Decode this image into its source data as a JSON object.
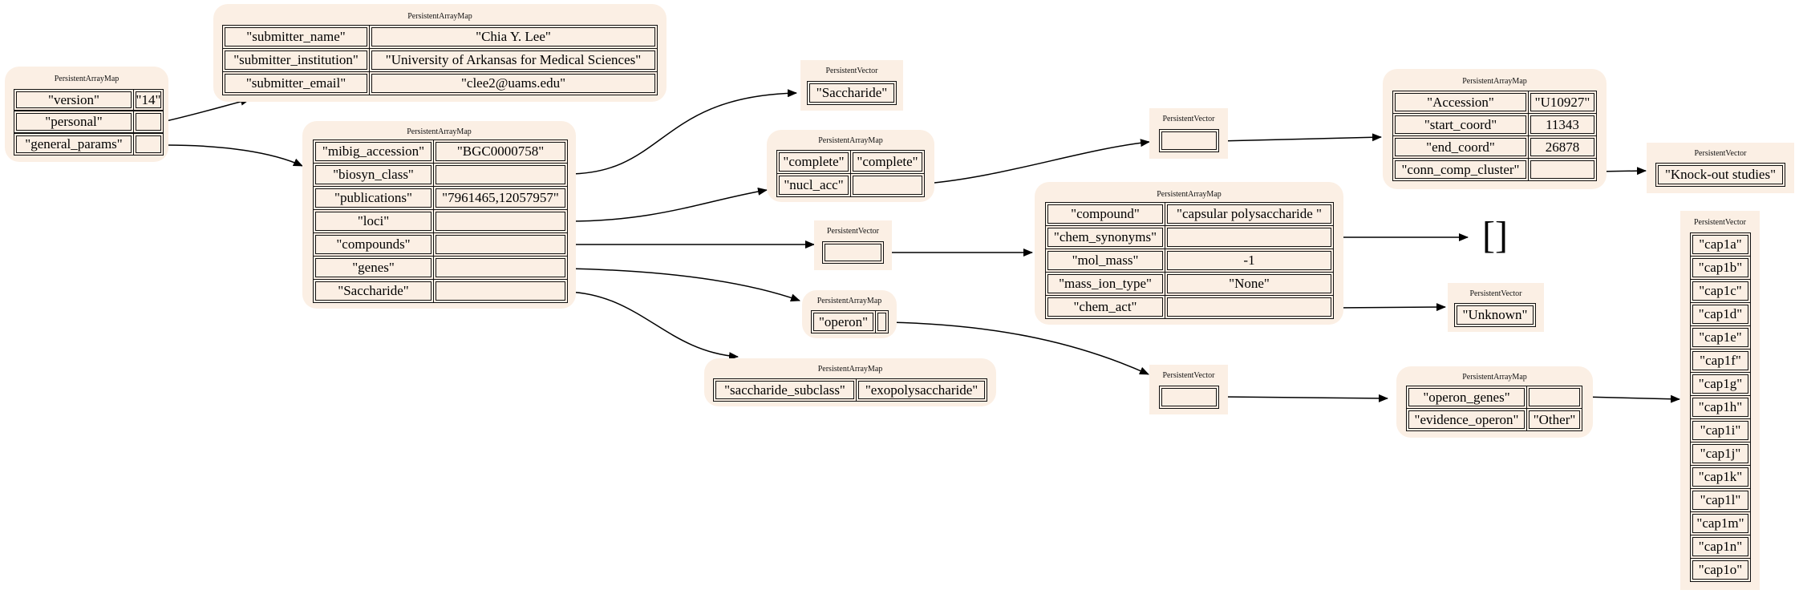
{
  "type_labels": {
    "map": "PersistentArrayMap",
    "vec": "PersistentVector"
  },
  "root": {
    "version": {
      "key": "\"version\"",
      "val": "\"14\""
    },
    "personal": {
      "key": "\"personal\"",
      "val": ""
    },
    "general_params": {
      "key": "\"general_params\"",
      "val": ""
    }
  },
  "personal": {
    "submitter_name": {
      "key": "\"submitter_name\"",
      "val": "\"Chia Y. Lee\""
    },
    "submitter_institution": {
      "key": "\"submitter_institution\"",
      "val": "\"University of Arkansas for Medical Sciences\""
    },
    "submitter_email": {
      "key": "\"submitter_email\"",
      "val": "\"clee2@uams.edu\""
    }
  },
  "general_params": {
    "mibig_accession": {
      "key": "\"mibig_accession\"",
      "val": "\"BGC0000758\""
    },
    "biosyn_class": {
      "key": "\"biosyn_class\"",
      "val": ""
    },
    "publications": {
      "key": "\"publications\"",
      "val": "\"7961465,12057957\""
    },
    "loci": {
      "key": "\"loci\"",
      "val": ""
    },
    "compounds": {
      "key": "\"compounds\"",
      "val": ""
    },
    "genes": {
      "key": "\"genes\"",
      "val": ""
    },
    "saccharide": {
      "key": "\"Saccharide\"",
      "val": ""
    }
  },
  "biosyn_class_vec": {
    "item": "\"Saccharide\""
  },
  "loci": {
    "complete": {
      "key": "\"complete\"",
      "val": "\"complete\""
    },
    "nucl_acc": {
      "key": "\"nucl_acc\"",
      "val": ""
    }
  },
  "nucl_acc_vec": {
    "item": ""
  },
  "nucl_acc_map": {
    "accession": {
      "key": "\"Accession\"",
      "val": "\"U10927\""
    },
    "start_coord": {
      "key": "\"start_coord\"",
      "val": "11343"
    },
    "end_coord": {
      "key": "\"end_coord\"",
      "val": "26878"
    },
    "conn_comp_cluster": {
      "key": "\"conn_comp_cluster\"",
      "val": ""
    }
  },
  "conn_comp_vec": {
    "item": "\"Knock-out studies\""
  },
  "compounds_vec": {
    "item": ""
  },
  "compound_map": {
    "compound": {
      "key": "\"compound\"",
      "val": "\"capsular polysaccharide \""
    },
    "chem_synonyms": {
      "key": "\"chem_synonyms\"",
      "val": ""
    },
    "mol_mass": {
      "key": "\"mol_mass\"",
      "val": "-1"
    },
    "mass_ion_type": {
      "key": "\"mass_ion_type\"",
      "val": "\"None\""
    },
    "chem_act": {
      "key": "\"chem_act\"",
      "val": ""
    }
  },
  "empty_vector": "[]",
  "chem_act_vec": {
    "item": "\"Unknown\""
  },
  "genes_map": {
    "operon": {
      "key": "\"operon\"",
      "val": ""
    }
  },
  "operon_vec": {
    "item": ""
  },
  "operon_map": {
    "operon_genes": {
      "key": "\"operon_genes\"",
      "val": ""
    },
    "evidence_operon": {
      "key": "\"evidence_operon\"",
      "val": "\"Other\""
    }
  },
  "cap_genes": [
    "\"cap1a\"",
    "\"cap1b\"",
    "\"cap1c\"",
    "\"cap1d\"",
    "\"cap1e\"",
    "\"cap1f\"",
    "\"cap1g\"",
    "\"cap1h\"",
    "\"cap1i\"",
    "\"cap1j\"",
    "\"cap1k\"",
    "\"cap1l\"",
    "\"cap1m\"",
    "\"cap1n\"",
    "\"cap1o\""
  ],
  "saccharide_map": {
    "saccharide_subclass": {
      "key": "\"saccharide_subclass\"",
      "val": "\"exopolysaccharide\""
    }
  }
}
